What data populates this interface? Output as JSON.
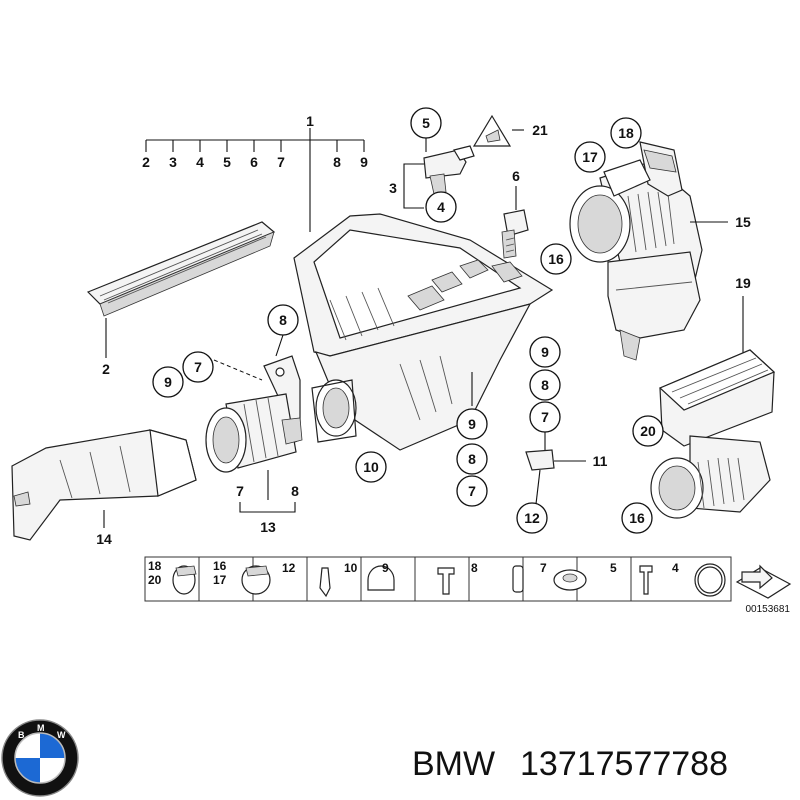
{
  "diagram": {
    "callouts": {
      "c1": "1",
      "c2a": "2",
      "c3a": "3",
      "c4a": "4",
      "c5a": "5",
      "c6a": "6",
      "c7a": "7",
      "c8a": "8",
      "c9a": "9",
      "c2b": "2",
      "c3b": "3",
      "c4b": "4",
      "c5b": "5",
      "c6b": "6",
      "c21": "21",
      "c18": "18",
      "c17": "17",
      "c15": "15",
      "c16a": "16",
      "c8b": "8",
      "c7b": "7",
      "c9b": "9",
      "c9c": "9",
      "c8c": "8",
      "c7c": "7",
      "c11": "11",
      "c12": "12",
      "c19": "19",
      "c20": "20",
      "c16b": "16",
      "c10": "10",
      "c9d": "9",
      "c8d": "8",
      "c7d": "7",
      "c7e": "7",
      "c8e": "8",
      "c13": "13",
      "c14": "14"
    },
    "strip": {
      "cells": [
        {
          "top": "18",
          "bottom": "20"
        },
        {
          "top": "16",
          "bottom": "17"
        },
        {
          "top": "12",
          "bottom": ""
        },
        {
          "top": "10",
          "bottom": ""
        },
        {
          "top": "9",
          "bottom": ""
        },
        {
          "top": "8",
          "bottom": ""
        },
        {
          "top": "7",
          "bottom": ""
        },
        {
          "top": "5",
          "bottom": ""
        },
        {
          "top": "4",
          "bottom": ""
        }
      ]
    },
    "document_number": "00153681"
  },
  "footer": {
    "brand": "BMW",
    "part_number": "13717577788",
    "logo_letters": [
      "B",
      "M",
      "W"
    ],
    "logo_colors": {
      "ring": "#111111",
      "blue": "#1c69d4",
      "white": "#ffffff"
    }
  }
}
